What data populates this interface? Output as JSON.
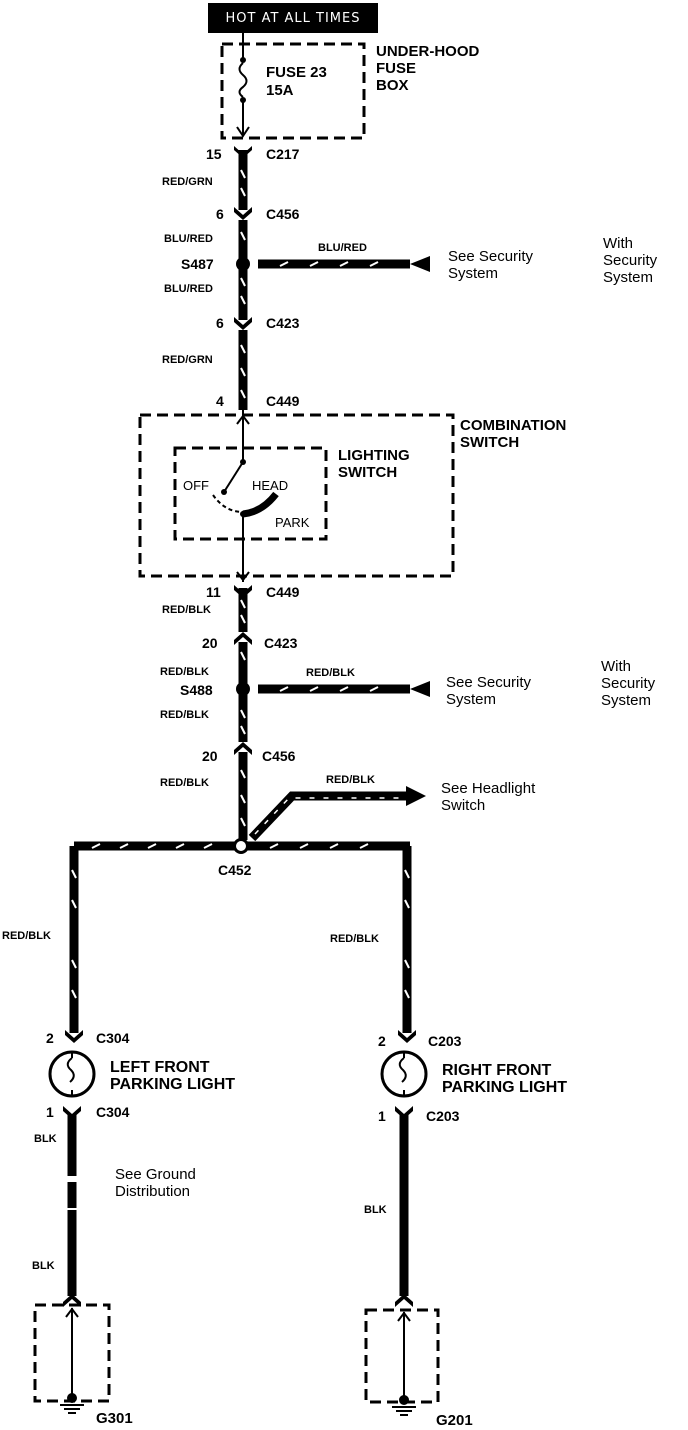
{
  "header": "HOT AT ALL TIMES",
  "fuse": {
    "name": "FUSE 23",
    "rating": "15A",
    "box": "UNDER-HOOD\nFUSE\nBOX"
  },
  "connectors": {
    "c217": {
      "pin": "15",
      "name": "C217"
    },
    "c456_top": {
      "pin": "6",
      "name": "C456"
    },
    "s487": "S487",
    "c423_top": {
      "pin": "6",
      "name": "C423"
    },
    "c449_top": {
      "pin": "4",
      "name": "C449"
    },
    "c449_bot": {
      "pin": "11",
      "name": "C449"
    },
    "c423_bot": {
      "pin": "20",
      "name": "C423"
    },
    "s488": "S488",
    "c456_bot": {
      "pin": "20",
      "name": "C456"
    },
    "c452": "C452",
    "c304_top": {
      "pin": "2",
      "name": "C304"
    },
    "c304_bot": {
      "pin": "1",
      "name": "C304"
    },
    "c203_top": {
      "pin": "2",
      "name": "C203"
    },
    "c203_bot": {
      "pin": "1",
      "name": "C203"
    },
    "g301": "G301",
    "g201": "G201"
  },
  "wires": {
    "red_grn_1": "RED/GRN",
    "blu_red_1": "BLU/RED",
    "blu_red_branch": "BLU/RED",
    "blu_red_2": "BLU/RED",
    "red_grn_2": "RED/GRN",
    "red_blk_1": "RED/BLK",
    "red_blk_2": "RED/BLK",
    "red_blk_branch1": "RED/BLK",
    "red_blk_3": "RED/BLK",
    "red_blk_4": "RED/BLK",
    "red_blk_branch2": "RED/BLK",
    "red_blk_left": "RED/BLK",
    "red_blk_right": "RED/BLK",
    "blk_left_1": "BLK",
    "blk_left_2": "BLK",
    "blk_right": "BLK"
  },
  "switch": {
    "combination": "COMBINATION\nSWITCH",
    "lighting": "LIGHTING\nSWITCH",
    "off": "OFF",
    "head": "HEAD",
    "park": "PARK"
  },
  "notes": {
    "security_1": "See Security\nSystem",
    "with_security_1": "With\nSecurity\nSystem",
    "security_2": "See Security\nSystem",
    "with_security_2": "With\nSecurity\nSystem",
    "headlight": "See Headlight\nSwitch",
    "ground": "See Ground\nDistribution"
  },
  "lights": {
    "left": "LEFT FRONT\nPARKING LIGHT",
    "right": "RIGHT FRONT\nPARKING LIGHT"
  },
  "colors": {
    "ink": "#000000",
    "paper": "#ffffff"
  }
}
